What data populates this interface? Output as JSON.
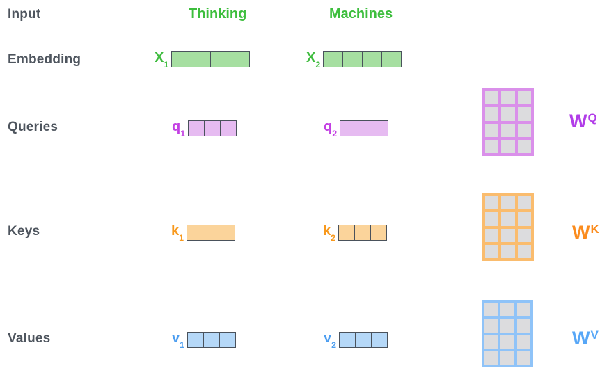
{
  "palette": {
    "bg": "#ffffff",
    "row-label": "#4E555E",
    "word-green": "#3DBE3D",
    "x-label-green": "#3FBC3F",
    "green-fill": "#A6DFA1",
    "cell-border": "#4A525C",
    "q-label-purple": "#C33FE3",
    "purple-fill": "#E6BBF1",
    "purple-matrix-border": "#DA90EA",
    "matrix-cell-gray": "#DCDCDE",
    "k-label-orange": "#F8991D",
    "orange-fill": "#FBD49B",
    "orange-matrix-border": "#FABC6E",
    "v-label-blue": "#4D9EF0",
    "blue-fill": "#B5D8F8",
    "blue-matrix-border": "#8FC3F8",
    "wq-purple": "#B13DE8",
    "wk-orange": "#FB8C1E",
    "wv-blue": "#57A7F7"
  },
  "row_labels": {
    "input": "Input",
    "embedding": "Embedding",
    "queries": "Queries",
    "keys": "Keys",
    "values": "Values"
  },
  "words": {
    "first": "Thinking",
    "second": "Machines"
  },
  "vectors": {
    "x1": {
      "base": "X",
      "sub": "1",
      "cells": 4
    },
    "x2": {
      "base": "X",
      "sub": "2",
      "cells": 4
    },
    "q1": {
      "base": "q",
      "sub": "1",
      "cells": 3
    },
    "q2": {
      "base": "q",
      "sub": "2",
      "cells": 3
    },
    "k1": {
      "base": "k",
      "sub": "1",
      "cells": 3
    },
    "k2": {
      "base": "k",
      "sub": "2",
      "cells": 3
    },
    "v1": {
      "base": "v",
      "sub": "1",
      "cells": 3
    },
    "v2": {
      "base": "v",
      "sub": "2",
      "cells": 3
    }
  },
  "matrices": {
    "wq": {
      "base": "W",
      "sup": "Q",
      "rows": 4,
      "cols": 3
    },
    "wk": {
      "base": "W",
      "sup": "K",
      "rows": 4,
      "cols": 3
    },
    "wv": {
      "base": "W",
      "sup": "V",
      "rows": 4,
      "cols": 3
    }
  }
}
